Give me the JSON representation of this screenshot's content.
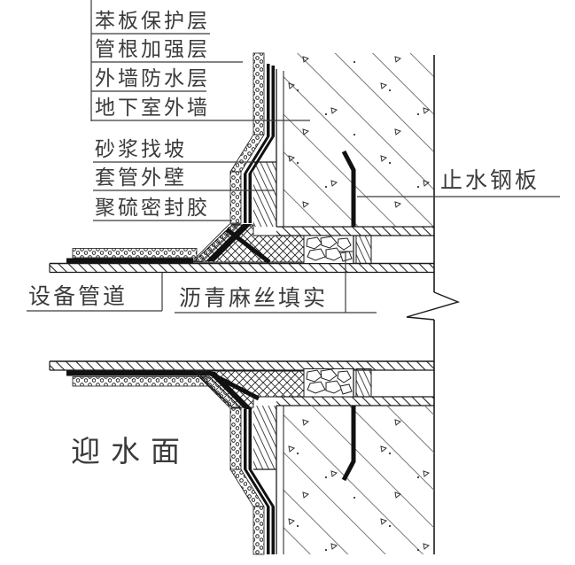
{
  "figure": {
    "type": "construction-detail-drawing",
    "subject": "pipe penetration through basement exterior wall waterproofing detail"
  },
  "colors": {
    "background": "#ffffff",
    "line": "#1a1a1a",
    "label_text": "#3b3b3b"
  },
  "labels": {
    "polystyrene_protection_layer": "苯板保护层",
    "pipe_root_reinforcement_layer": "管根加强层",
    "exterior_wall_waterproof_layer": "外墙防水层",
    "basement_exterior_wall": "地下室外墙",
    "mortar_slope": "砂浆找坡",
    "casing_outer_wall": "套管外壁",
    "polysulfide_sealant": "聚硫密封胶",
    "waterstop_steel_plate": "止水钢板",
    "equipment_pipe": "设备管道",
    "asphalt_hemp_fill": "沥青麻丝填实",
    "water_facing_side": "迎水面"
  }
}
